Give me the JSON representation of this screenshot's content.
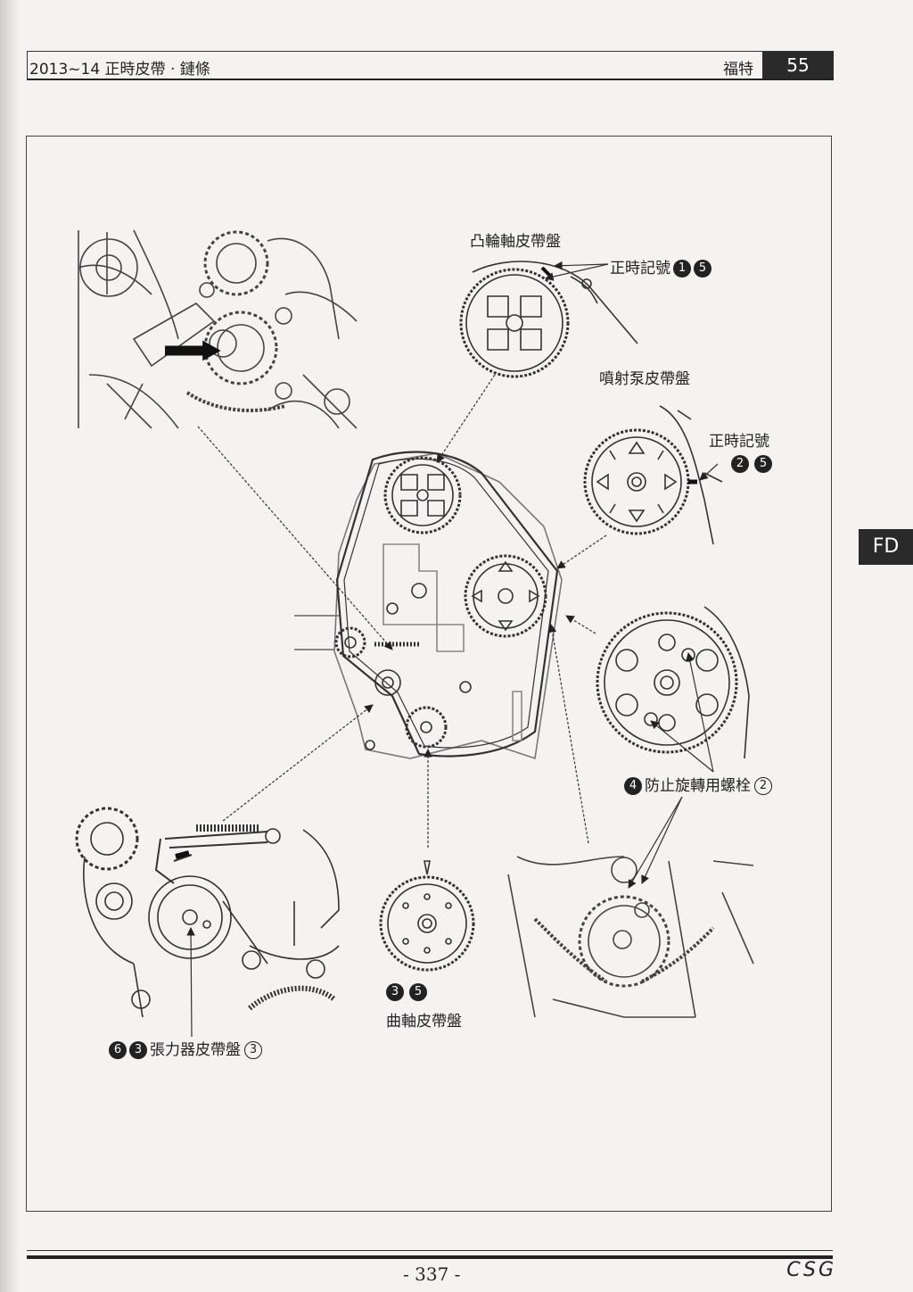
{
  "header": {
    "title": "2013~14 正時皮帶 · 鏈條",
    "brand": "福特",
    "section_number": "55"
  },
  "side_tab": "FD",
  "labels": {
    "camshaft_pulley": "凸輪軸皮帶盤",
    "timing_mark_top": "正時記號",
    "timing_mark_top_badges": [
      "1",
      "5"
    ],
    "injection_pump_pulley": "噴射泵皮帶盤",
    "timing_mark_pump": "正時記號",
    "timing_mark_pump_badges": [
      "2",
      "5"
    ],
    "anti_rotation_bolt_badge": "4",
    "anti_rotation_bolt": "防止旋轉用螺栓",
    "anti_rotation_bolt_qty": "2",
    "crankshaft_badges": [
      "3",
      "5"
    ],
    "crankshaft_pulley": "曲軸皮帶盤",
    "tensioner_badges": [
      "6",
      "3"
    ],
    "tensioner_pulley": "張力器皮帶盤",
    "tensioner_qty": "3"
  },
  "footer": {
    "page_number": "- 337 -",
    "brand": "CSG"
  }
}
